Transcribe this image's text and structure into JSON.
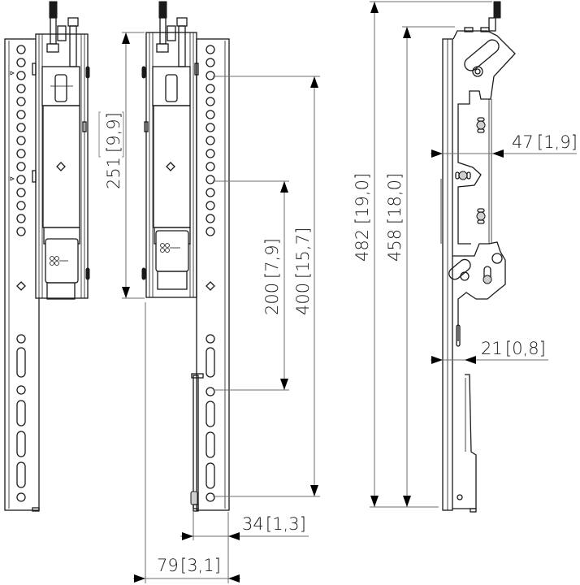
{
  "drawing": {
    "views": [
      {
        "name": "front-view-collapsed",
        "label": ""
      },
      {
        "name": "front-view-extended",
        "label": ""
      },
      {
        "name": "side-view",
        "label": ""
      }
    ],
    "colors": {
      "line": "#1a1a1a",
      "dimension_line": "#6e6e6e",
      "background": "#ffffff"
    },
    "dimensions": {
      "d251": {
        "mm": "251",
        "inch": "9,9"
      },
      "d200": {
        "mm": "200",
        "inch": "7,9"
      },
      "d400": {
        "mm": "400",
        "inch": "15,7"
      },
      "d482": {
        "mm": "482",
        "inch": "19,0"
      },
      "d458": {
        "mm": "458",
        "inch": "18,0"
      },
      "d47": {
        "mm": "47",
        "inch": "1,9"
      },
      "d21": {
        "mm": "21",
        "inch": "0,8"
      },
      "d34": {
        "mm": "34",
        "inch": "1,3"
      },
      "d79": {
        "mm": "79",
        "inch": "3,1"
      }
    }
  }
}
